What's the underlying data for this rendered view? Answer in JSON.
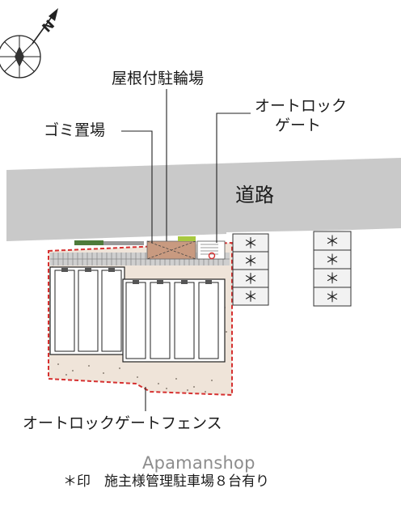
{
  "compass": {
    "label": "N",
    "icon": "north-arrow-icon"
  },
  "labels": {
    "bicycle_parking": "屋根付駐輪場",
    "auto_lock_gate": [
      "オートロック",
      "ゲート"
    ],
    "garbage": "ゴミ置場",
    "road": "道路",
    "fence": "オートロックゲートフェンス"
  },
  "parking": {
    "marker": "＊",
    "left_column_count": 4,
    "right_column_count": 4
  },
  "footer": "＊印　施主様管理駐車場８台有り",
  "watermark": "Apamanshop",
  "colors": {
    "road": "#c9c9c9",
    "site_fill": "#efe4d9",
    "fence": "#d63030",
    "bike_shelter": "#c89a80",
    "leader": "#222222",
    "parking_fill": "#f2f2f2"
  }
}
